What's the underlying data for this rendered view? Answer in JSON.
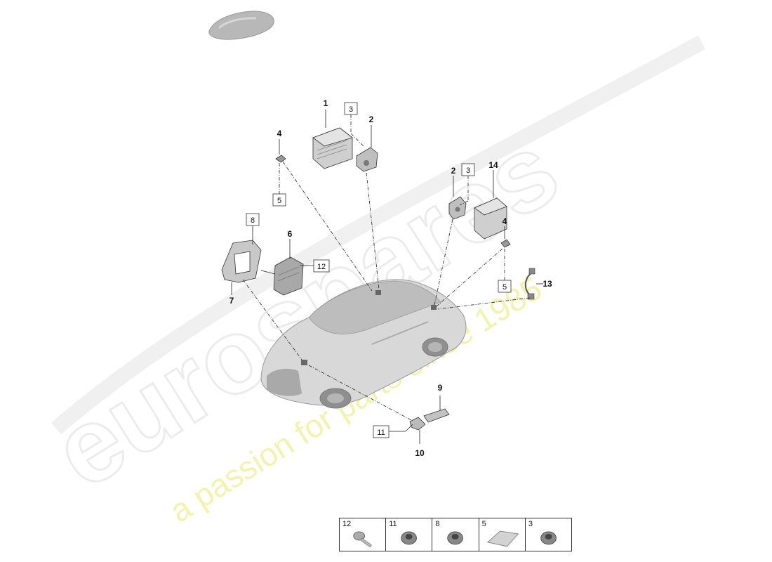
{
  "watermark": {
    "brand": "eurospares",
    "tagline": "a passion for parts since 1985"
  },
  "callouts": {
    "c1": "1",
    "c2a": "2",
    "c2b": "2",
    "c4a": "4",
    "c4b": "4",
    "c6": "6",
    "c7": "7",
    "c9": "9",
    "c10": "10",
    "c13": "13",
    "c14": "14"
  },
  "boxed_refs": {
    "b3a": "3",
    "b3b": "3",
    "b5a": "5",
    "b5b": "5",
    "b8": "8",
    "b11": "11",
    "b12": "12"
  },
  "hardware_legend": [
    {
      "ref": "12",
      "icon": "bolt-icon"
    },
    {
      "ref": "11",
      "icon": "nut-icon"
    },
    {
      "ref": "8",
      "icon": "nut-icon"
    },
    {
      "ref": "5",
      "icon": "adhesive-pad-icon"
    },
    {
      "ref": "3",
      "icon": "nut-icon"
    }
  ]
}
